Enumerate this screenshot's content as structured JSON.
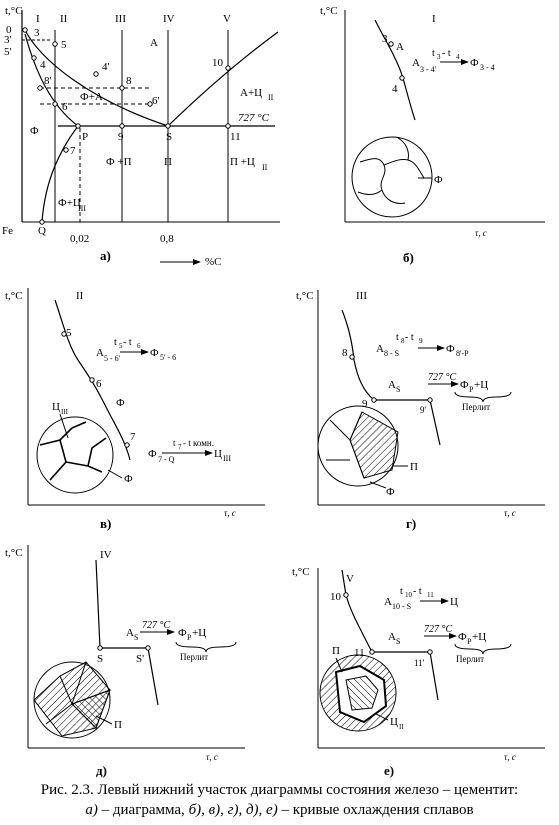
{
  "common": {
    "t_axis": "t,°C",
    "tau_axis": "τ, с"
  },
  "panel_a": {
    "zones": [
      "I",
      "II",
      "III",
      "IV",
      "V"
    ],
    "y_marks": [
      "0",
      "3",
      "3'",
      "5'"
    ],
    "phase_A": "A",
    "phase_FA": "Ф+А",
    "phase_F": "Ф",
    "phase_AC": "А+Ц",
    "phase_AC_sub": "II",
    "phase_FP": "Ф +П",
    "phase_P": "П",
    "phase_PC": "П +Ц",
    "phase_PC_sub": "II",
    "phase_FC": "Ф+Ц",
    "phase_FC_sub": "III",
    "temp": "727 °С",
    "points": [
      "3",
      "4",
      "5",
      "4'",
      "8'",
      "8",
      "6",
      "6'",
      "P",
      "9",
      "S",
      "7",
      "10",
      "11"
    ],
    "x_labels": [
      "Fe",
      "Q",
      "0,02",
      "0,8"
    ],
    "caption": "а)",
    "x_arrow_label": "%С"
  },
  "panel_b": {
    "zone": "I",
    "points": [
      "3",
      "4"
    ],
    "phase": "A",
    "eq_A": "A",
    "eq_A_sub": "3 - 4'",
    "eq_t": "t",
    "eq_t_sub1": "3",
    "eq_dash": "- t",
    "eq_t_sub2": "4",
    "eq_F": "Ф",
    "eq_F_sub": "3 - 4",
    "grain_label": "Ф",
    "caption": "б)"
  },
  "panel_v": {
    "zone": "II",
    "points": [
      "5",
      "6",
      "7"
    ],
    "eq1_t": "t",
    "eq1_t_sub1": "5",
    "eq1_dash": "- t",
    "eq1_t_sub2": "6",
    "eq1_A": "A",
    "eq1_A_sub": "5 - 6'",
    "eq1_F": "Ф",
    "eq1_F_sub": "5' - 6",
    "mid_F": "Ф",
    "eq2_t": "t",
    "eq2_t_sub": "7",
    "eq2_rest": "- t комн.",
    "eq2_F": "Ф",
    "eq2_F_sub": "7 - Q",
    "eq2_C": "Ц",
    "eq2_C_sub": "III",
    "grain_C": "Ц",
    "grain_C_sub": "III",
    "grain_F": "Ф",
    "caption": "в)"
  },
  "panel_g": {
    "zone": "III",
    "points": [
      "8",
      "9",
      "9'"
    ],
    "eq1_t": "t",
    "eq1_t_sub1": "8",
    "eq1_dash": "- t",
    "eq1_t_sub2": "9",
    "eq1_A": "A",
    "eq1_A_sub": "8 - S",
    "eq1_F": "Ф",
    "eq1_F_sub": "8'-P",
    "eq2_A": "A",
    "eq2_A_sub": "S",
    "eq2_temp": "727 °С",
    "eq2_F": "Ф",
    "eq2_F_sub": "P",
    "eq2_C": "+Ц",
    "eq2_brace": "Перлит",
    "grain_P": "П",
    "grain_F": "Ф",
    "caption": "г)"
  },
  "panel_d": {
    "zone": "IV",
    "points": [
      "S",
      "S'"
    ],
    "eq_A": "A",
    "eq_A_sub": "S",
    "eq_temp": "727 °С",
    "eq_F": "Ф",
    "eq_F_sub": "P",
    "eq_C": "+Ц",
    "eq_brace": "Перлит",
    "grain_P": "П",
    "caption": "д)"
  },
  "panel_e": {
    "zone": "V",
    "points": [
      "10",
      "11",
      "11'"
    ],
    "eq1_t": "t",
    "eq1_t_sub1": "10",
    "eq1_dash": "- t",
    "eq1_t_sub2": "11",
    "eq1_A": "A",
    "eq1_A_sub": "10 - S",
    "eq1_C": "Ц",
    "eq2_A": "A",
    "eq2_A_sub": "S",
    "eq2_temp": "727 °С",
    "eq2_F": "Ф",
    "eq2_F_sub": "P",
    "eq2_C": "+Ц",
    "eq2_brace": "Перлит",
    "grain_P": "П",
    "grain_C": "Ц",
    "grain_C_sub": "II",
    "caption": "е)"
  },
  "figure_caption": {
    "line1": "Рис. 2.3. Левый нижний участок диаграммы состояния железо – цементит:",
    "line2_parts": [
      "а)",
      " – диаграмма, ",
      "б), в), г), д), е)",
      " – кривые охлаждения сплавов"
    ]
  }
}
